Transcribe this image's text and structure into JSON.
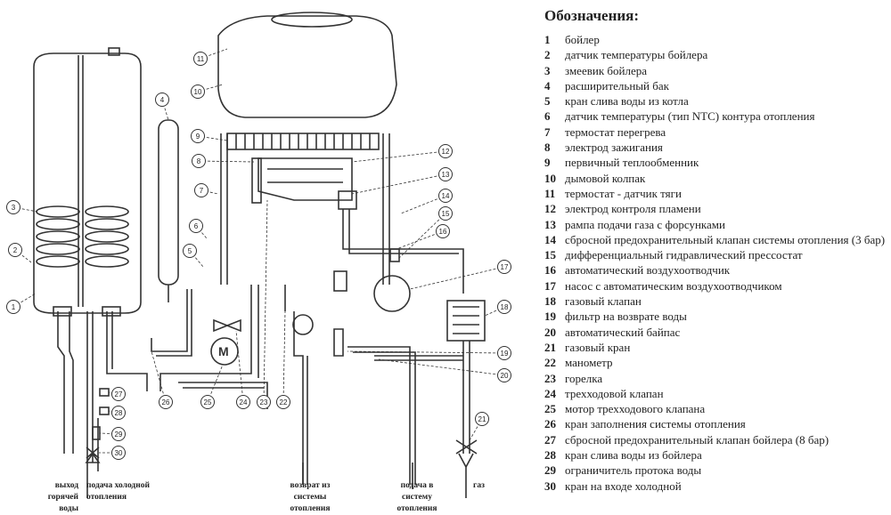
{
  "legend": {
    "title": "Обозначения:",
    "items": [
      {
        "num": "1",
        "label": "бойлер"
      },
      {
        "num": "2",
        "label": "датчик температуры бойлера"
      },
      {
        "num": "3",
        "label": "змеевик бойлера"
      },
      {
        "num": "4",
        "label": "расширительный бак"
      },
      {
        "num": "5",
        "label": "кран слива воды из котла"
      },
      {
        "num": "6",
        "label": "датчик температуры (тип NTC) контура отопления"
      },
      {
        "num": "7",
        "label": "термостат перегрева"
      },
      {
        "num": "8",
        "label": "электрод зажигания"
      },
      {
        "num": "9",
        "label": "первичный теплообменник"
      },
      {
        "num": "10",
        "label": "дымовой колпак"
      },
      {
        "num": "11",
        "label": "термостат - датчик тяги"
      },
      {
        "num": "12",
        "label": "электрод контроля пламени"
      },
      {
        "num": "13",
        "label": "рампа подачи газа с форсунками"
      },
      {
        "num": "14",
        "label": "сбросной предохранительный клапан системы  отопления (3 бар)"
      },
      {
        "num": "15",
        "label": "дифференциальный гидравлический прессостат"
      },
      {
        "num": "16",
        "label": "автоматический воздухоотводчик"
      },
      {
        "num": "17",
        "label": "насос с автоматическим воздухоотводчиком"
      },
      {
        "num": "18",
        "label": "газовый клапан"
      },
      {
        "num": "19",
        "label": "фильтр на возврате воды"
      },
      {
        "num": "20",
        "label": "автоматический байпас"
      },
      {
        "num": "21",
        "label": "газовый кран"
      },
      {
        "num": "22",
        "label": "манометр"
      },
      {
        "num": "23",
        "label": "горелка"
      },
      {
        "num": "24",
        "label": "трехходовой клапан"
      },
      {
        "num": "25",
        "label": "мотор трехходового клапана"
      },
      {
        "num": "26",
        "label": "кран заполнения системы отопления"
      },
      {
        "num": "27",
        "label": "сбросной предохранительный клапан бойлера (8  бар)"
      },
      {
        "num": "28",
        "label": "кран слива воды из бойлера"
      },
      {
        "num": "29",
        "label": "ограничитель протока воды"
      },
      {
        "num": "30",
        "label": "кран на входе холодной"
      }
    ]
  },
  "diagram": {
    "motor_symbol": "M",
    "bottom_labels": {
      "hot_water_out": [
        "выход горячей",
        "воды"
      ],
      "cold_supply": [
        "подача холодной",
        "отопления"
      ],
      "heating_return": [
        "возврат из системы",
        "отопления"
      ],
      "heating_supply": [
        "подача в систему",
        "отопления"
      ],
      "gas": [
        "газ"
      ]
    }
  }
}
